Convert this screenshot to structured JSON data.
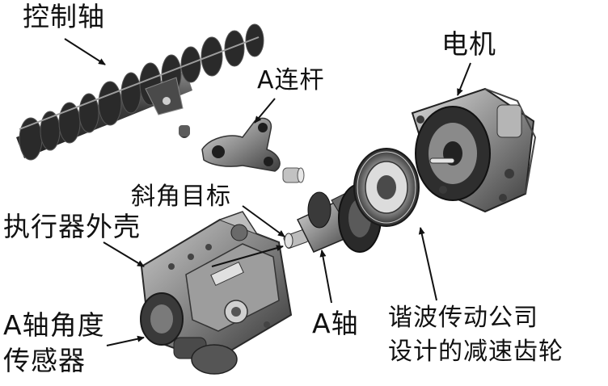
{
  "labels": {
    "control_shaft": "控制轴",
    "a_link": "A连杆",
    "motor": "电机",
    "bevel_target": "斜角目标",
    "actuator_housing": "执行器外壳",
    "a_shaft_sensor_line1": "A轴角度",
    "a_shaft_sensor_line2": "传感器",
    "a_shaft": "A轴",
    "harmonic_line1": "谐波传动公司",
    "harmonic_line2": "设计的减速齿轮"
  },
  "colors": {
    "background": "#ffffff",
    "text": "#111111",
    "arrow": "#111111",
    "metal_dark": "#2b2b2b",
    "metal_mid": "#6e6e6e",
    "metal_light": "#b9b9b9"
  }
}
